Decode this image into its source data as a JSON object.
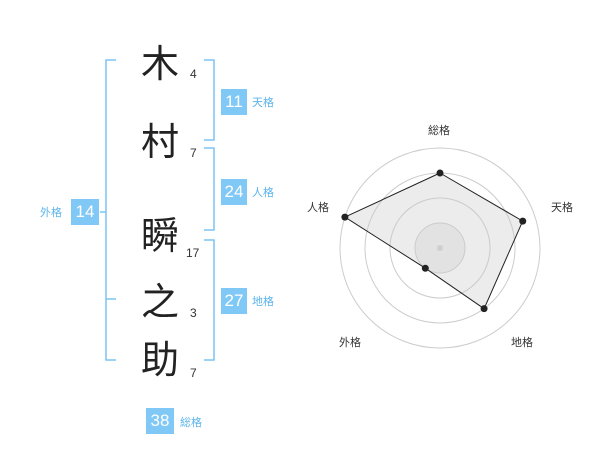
{
  "name": {
    "chars": [
      {
        "char": "木",
        "strokes": "4"
      },
      {
        "char": "村",
        "strokes": "7"
      },
      {
        "char": "瞬",
        "strokes": "17"
      },
      {
        "char": "之",
        "strokes": "3"
      },
      {
        "char": "助",
        "strokes": "7"
      }
    ]
  },
  "kakusu": {
    "tenkaku": {
      "label": "天格",
      "value": "11"
    },
    "jinkaku": {
      "label": "人格",
      "value": "24"
    },
    "chikaku": {
      "label": "地格",
      "value": "27"
    },
    "gaikaku": {
      "label": "外格",
      "value": "14"
    },
    "soukaku": {
      "label": "総格",
      "value": "38"
    }
  },
  "colors": {
    "accent": "#80c8f5",
    "accent_text": "#5ab4ec",
    "bracket": "#7cc4f2"
  },
  "radar": {
    "axes": [
      "総格",
      "天格",
      "地格",
      "外格",
      "人格"
    ],
    "levels": 4,
    "values": [
      0.75,
      0.87,
      0.75,
      0.25,
      1.0
    ],
    "scale_max": 1.0
  }
}
